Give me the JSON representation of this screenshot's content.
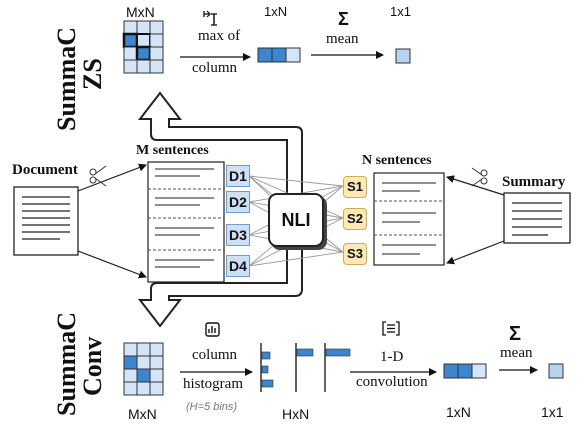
{
  "zs": {
    "title_line1": "SummaC",
    "title_line2": "ZS",
    "matrix_label": "MxN",
    "op1_label_line1": "max of",
    "op1_label_line2": "column",
    "vector_label": "1xN",
    "op2_symbol": "Σ",
    "op2_label": "mean",
    "output_label": "1x1"
  },
  "middle": {
    "document_label": "Document",
    "summary_label": "Summary",
    "m_sentences_label": "M sentences",
    "n_sentences_label": "N sentences",
    "doc_sentences": [
      "D1",
      "D2",
      "D3",
      "D4"
    ],
    "sum_sentences": [
      "S1",
      "S2",
      "S3"
    ],
    "nli_label": "NLI"
  },
  "conv": {
    "title_line1": "SummaC",
    "title_line2": "Conv",
    "matrix_label": "MxN",
    "op1_label_line1": "column",
    "op1_label_line2": "histogram",
    "op1_note": "(H=5 bins)",
    "hist_label": "HxN",
    "op2_label_line1": "1-D",
    "op2_label_line2": "convolution",
    "vector_label": "1xN",
    "op3_symbol": "Σ",
    "op3_label": "mean",
    "output_label": "1x1"
  },
  "colors": {
    "dark_blue": "#3b86cf",
    "mid_blue": "#8fbbe8",
    "light_blue": "#d4e5f7",
    "doc_sentence_fill": "#cfe0f5",
    "sum_sentence_fill": "#fbe9b8"
  },
  "icons": [
    "scissors-icon",
    "max-icon",
    "sigma-icon",
    "histogram-icon",
    "convolution-icon",
    "arrow-icon"
  ]
}
